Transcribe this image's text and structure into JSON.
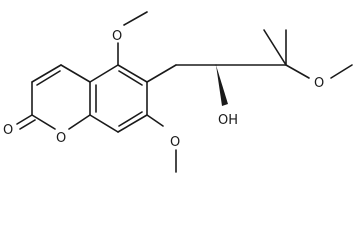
{
  "structure": {
    "atom_labels": {
      "methoxy_o5": "O",
      "methoxy_o7": "O",
      "carbonyl_o": "O",
      "ring_o": "O",
      "side_methoxy_o": "O",
      "hydroxyl": "OH"
    }
  }
}
